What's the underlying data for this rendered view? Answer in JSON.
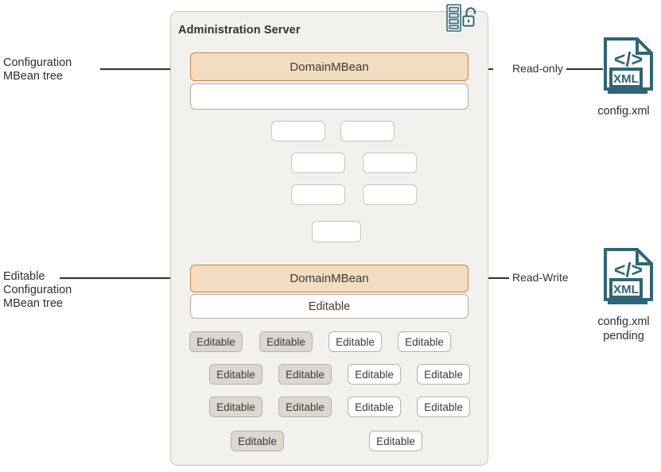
{
  "diagram": {
    "title": "Administration Server configuration MBean trees",
    "server_panel": {
      "title": "Administration Server",
      "icon": "server-unlock-icon"
    },
    "labels": {
      "config_tree": "Configuration\nMBean tree",
      "editable_tree": "Editable\nConfiguration\nMBean tree",
      "read_only": "Read-only",
      "read_write": "Read-Write"
    },
    "files": [
      {
        "id": "config-xml",
        "icon": "xml-file-icon",
        "code_glyph": "</>",
        "badge": "XML",
        "caption": "config.xml"
      },
      {
        "id": "config-xml-pending",
        "icon": "xml-file-icon",
        "code_glyph": "</>",
        "badge": "XML",
        "caption": "config.xml\npending"
      }
    ],
    "config_tree": {
      "root_label": "DomainMBean",
      "second_label": "",
      "nodes": [
        {
          "label": "",
          "state": "blank"
        },
        {
          "label": "",
          "state": "blank"
        },
        {
          "label": "",
          "state": "blank"
        },
        {
          "label": "",
          "state": "blank"
        },
        {
          "label": "",
          "state": "blank"
        },
        {
          "label": "",
          "state": "blank"
        },
        {
          "label": "",
          "state": "blank"
        }
      ]
    },
    "editable_tree": {
      "root_label": "DomainMBean",
      "second_label": "Editable",
      "columns": [
        {
          "fill": "gray",
          "nodes": [
            {
              "label": "Editable",
              "fill": "gray"
            },
            {
              "label": "Editable",
              "fill": "gray"
            },
            {
              "label": "Editable",
              "fill": "gray"
            },
            {
              "label": "Editable",
              "fill": "gray"
            }
          ]
        },
        {
          "fill": "gray",
          "nodes": [
            {
              "label": "Editable",
              "fill": "gray"
            },
            {
              "label": "Editable",
              "fill": "gray"
            },
            {
              "label": "Editable",
              "fill": "gray"
            }
          ]
        },
        {
          "fill": "white",
          "nodes": [
            {
              "label": "Editable",
              "fill": "white"
            },
            {
              "label": "Editable",
              "fill": "white"
            },
            {
              "label": "Editable",
              "fill": "white"
            },
            {
              "label": "Editable",
              "fill": "white"
            }
          ]
        },
        {
          "fill": "white",
          "nodes": [
            {
              "label": "Editable",
              "fill": "white"
            },
            {
              "label": "Editable",
              "fill": "white"
            },
            {
              "label": "Editable",
              "fill": "white"
            }
          ]
        }
      ]
    },
    "colors": {
      "panel_bg": "#f2f1ee",
      "panel_border": "#c9c6c1",
      "domain_fill": "#f3dcc0",
      "domain_border": "#c8854c",
      "editable_gray": "#dcd8d1",
      "node_border": "#b6b2ac",
      "wire": "#3a3a3a",
      "icon_teal": "#2f6575"
    }
  }
}
